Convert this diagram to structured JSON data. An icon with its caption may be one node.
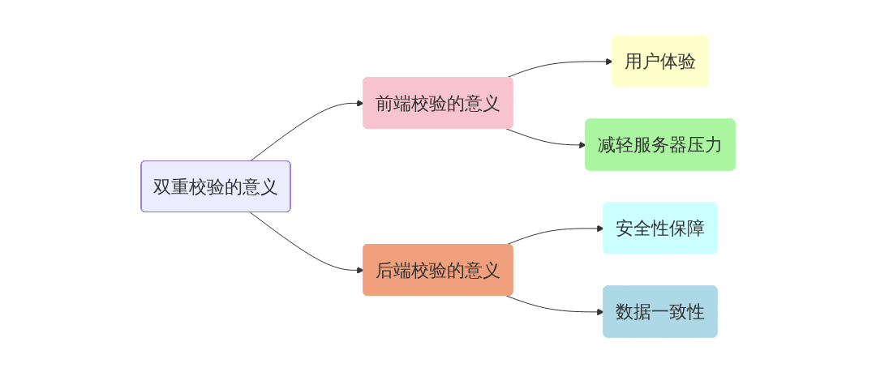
{
  "diagram": {
    "nodes": [
      {
        "text": [
          "双重校验的意义"
        ]
      },
      {
        "text": [
          "前端校验的意义"
        ]
      },
      {
        "text": [
          "后端校验的意义"
        ]
      },
      {
        "text": [
          "用户体验"
        ]
      },
      {
        "text": [
          "减轻服务器压力"
        ]
      },
      {
        "text": [
          "安全性保障"
        ]
      },
      {
        "text": [
          "数据一致性"
        ]
      }
    ],
    "edges": [
      {
        "from": 0,
        "to": 1,
        "arrow": "to"
      },
      {
        "from": 0,
        "to": 2,
        "arrow": "to"
      },
      {
        "from": 1,
        "to": 3,
        "arrow": "to"
      },
      {
        "from": 1,
        "to": 4,
        "arrow": "to"
      },
      {
        "from": 2,
        "to": 5,
        "arrow": "to"
      },
      {
        "from": 2,
        "to": 6,
        "arrow": "to"
      }
    ]
  }
}
